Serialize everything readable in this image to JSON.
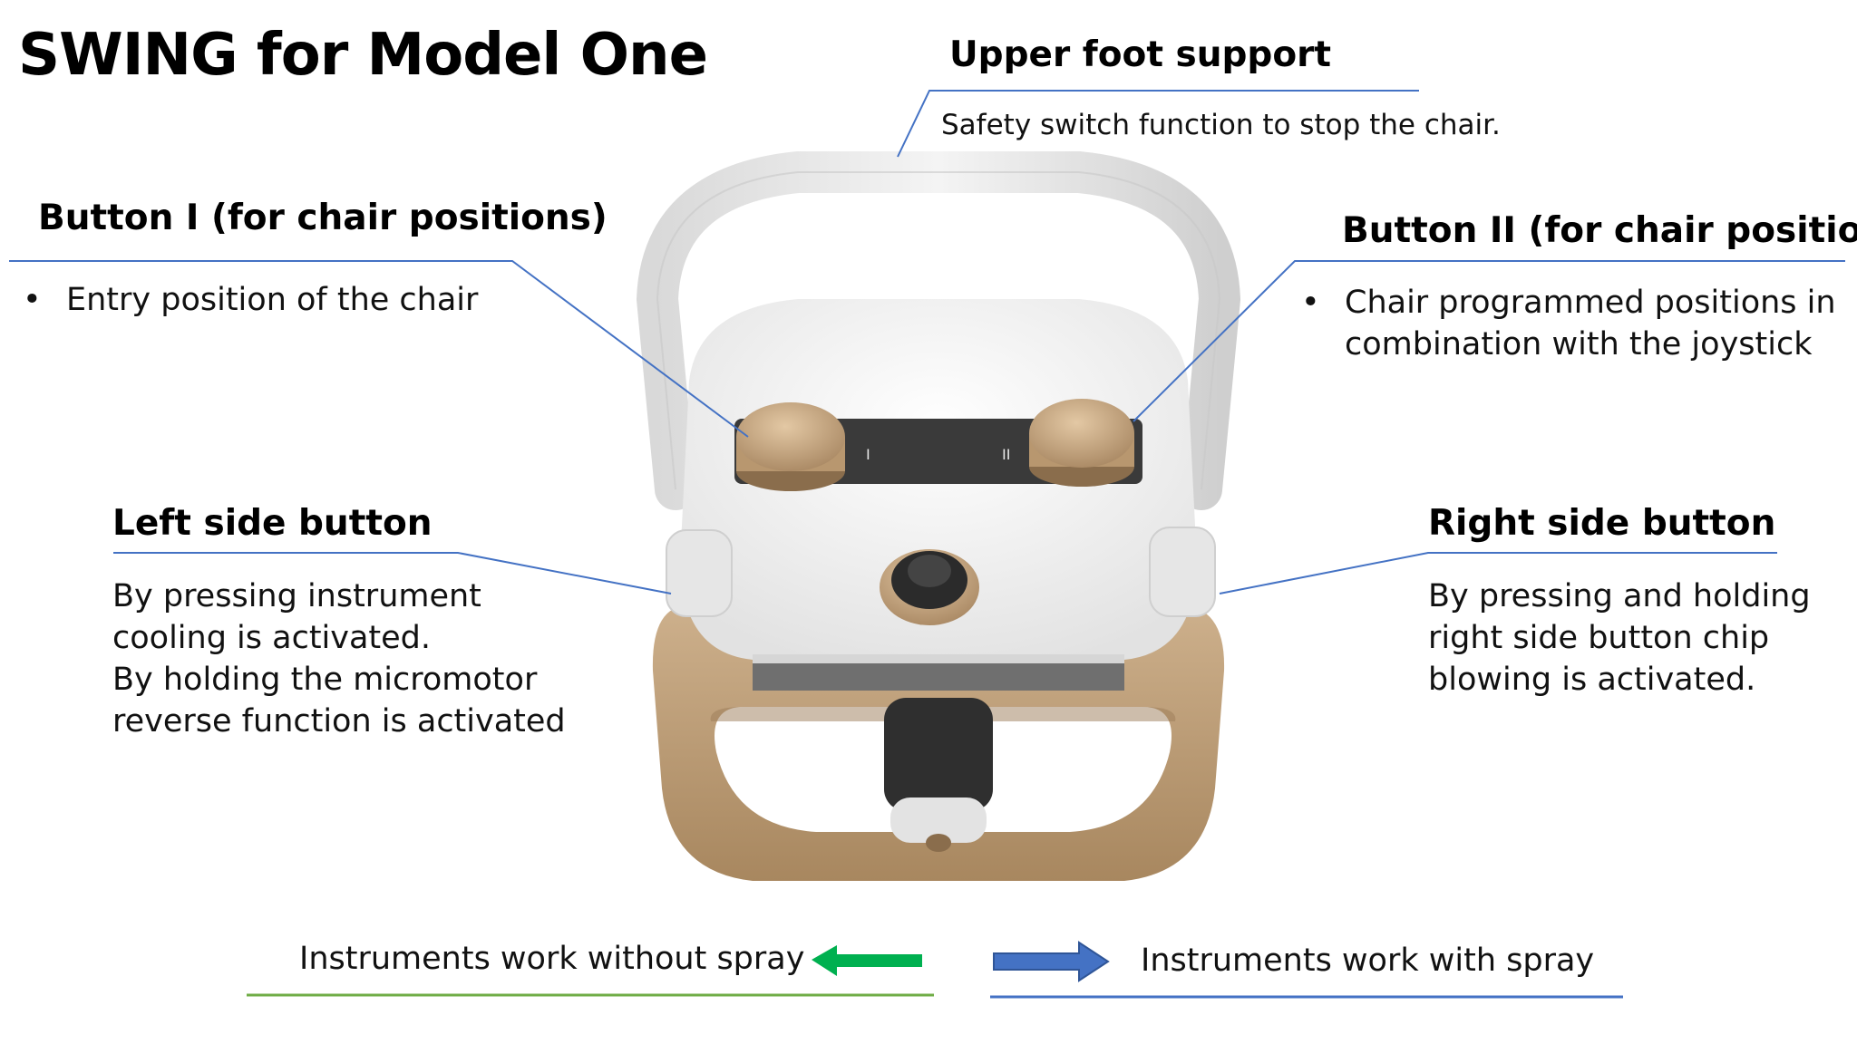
{
  "title": "SWING for Model One",
  "callouts": {
    "upper_foot_support": {
      "heading": "Upper foot support",
      "text": "Safety switch function to stop the chair."
    },
    "button_one": {
      "heading": "Button I (for chair positions)",
      "bullet": "•",
      "text": "Entry position of the chair"
    },
    "button_two": {
      "heading": "Button II (for chair positions)",
      "bullet": "•",
      "line1": "Chair programmed positions in",
      "line2": "combination with the joystick"
    },
    "left_side_button": {
      "heading": "Left side button",
      "line1": "By pressing instrument",
      "line2": "cooling is activated.",
      "line3": "By holding the micromotor",
      "line4": "reverse function is activated"
    },
    "right_side_button": {
      "heading": "Right side button",
      "line1": "By pressing and holding",
      "line2": "right side button chip",
      "line3": "blowing is activated."
    }
  },
  "device_labels": {
    "button_one_mark": "I",
    "button_two_mark": "II"
  },
  "legend": {
    "without_spray": "Instruments work without spray",
    "with_spray": "Instruments work with spray"
  },
  "colors": {
    "callout_line": "#4472c4",
    "without_spray_arrow": "#00b050",
    "without_spray_underline": "#70ad47",
    "with_spray_arrow": "#4472c4",
    "with_spray_underline": "#4472c4",
    "device_body": "#efefef",
    "device_base": "#b89a76",
    "device_buttons": "#c9ac87"
  }
}
